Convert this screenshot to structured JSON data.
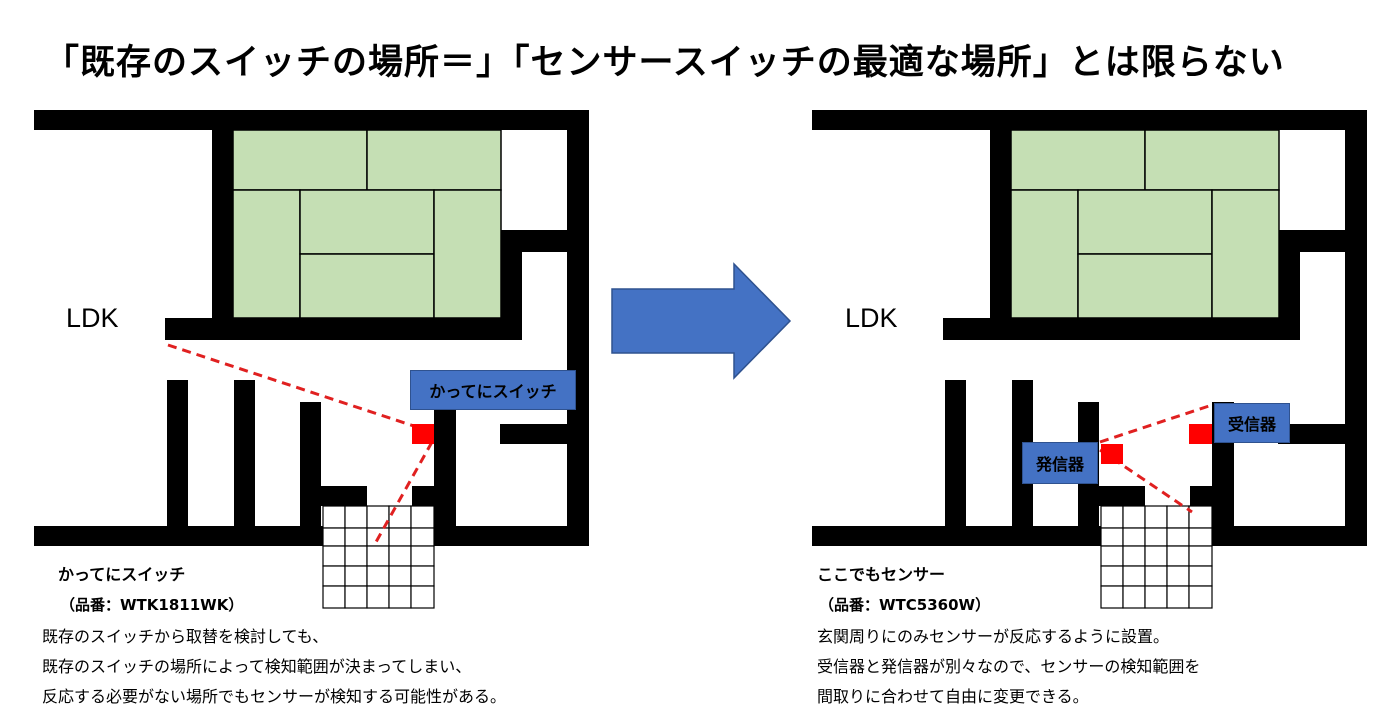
{
  "title": "「既存のスイッチの場所＝」「センサースイッチの最適な場所」とは限らない",
  "left_panel": {
    "room_label": "LDK",
    "tag": "かってにスイッチ",
    "caption_title": "かってにスイッチ",
    "caption_model": "（品番：WTK1811WK）",
    "description": [
      "既存のスイッチから取替を検討しても、",
      "既存のスイッチの場所によって検知範囲が決まってしまい、",
      "反応する必要がない場所でもセンサーが検知する可能性がある。"
    ]
  },
  "right_panel": {
    "room_label": "LDK",
    "tag_receiver": "受信器",
    "tag_transmitter": "発信器",
    "caption_title": "ここでもセンサー",
    "caption_model": "（品番：WTC5360W）",
    "description": [
      "玄関周りにのみセンサーが反応するように設置。",
      "受信器と発信器が別々なので、センサーの検知範囲を",
      "間取りに合わせて自由に変更できる。"
    ]
  },
  "colors": {
    "wall": "#000000",
    "tatami": "#c5dfb4",
    "sensor": "#ff0000",
    "detection_line": "#e02020",
    "tag_fill": "#4472c4",
    "arrow_fill": "#4472c4"
  }
}
